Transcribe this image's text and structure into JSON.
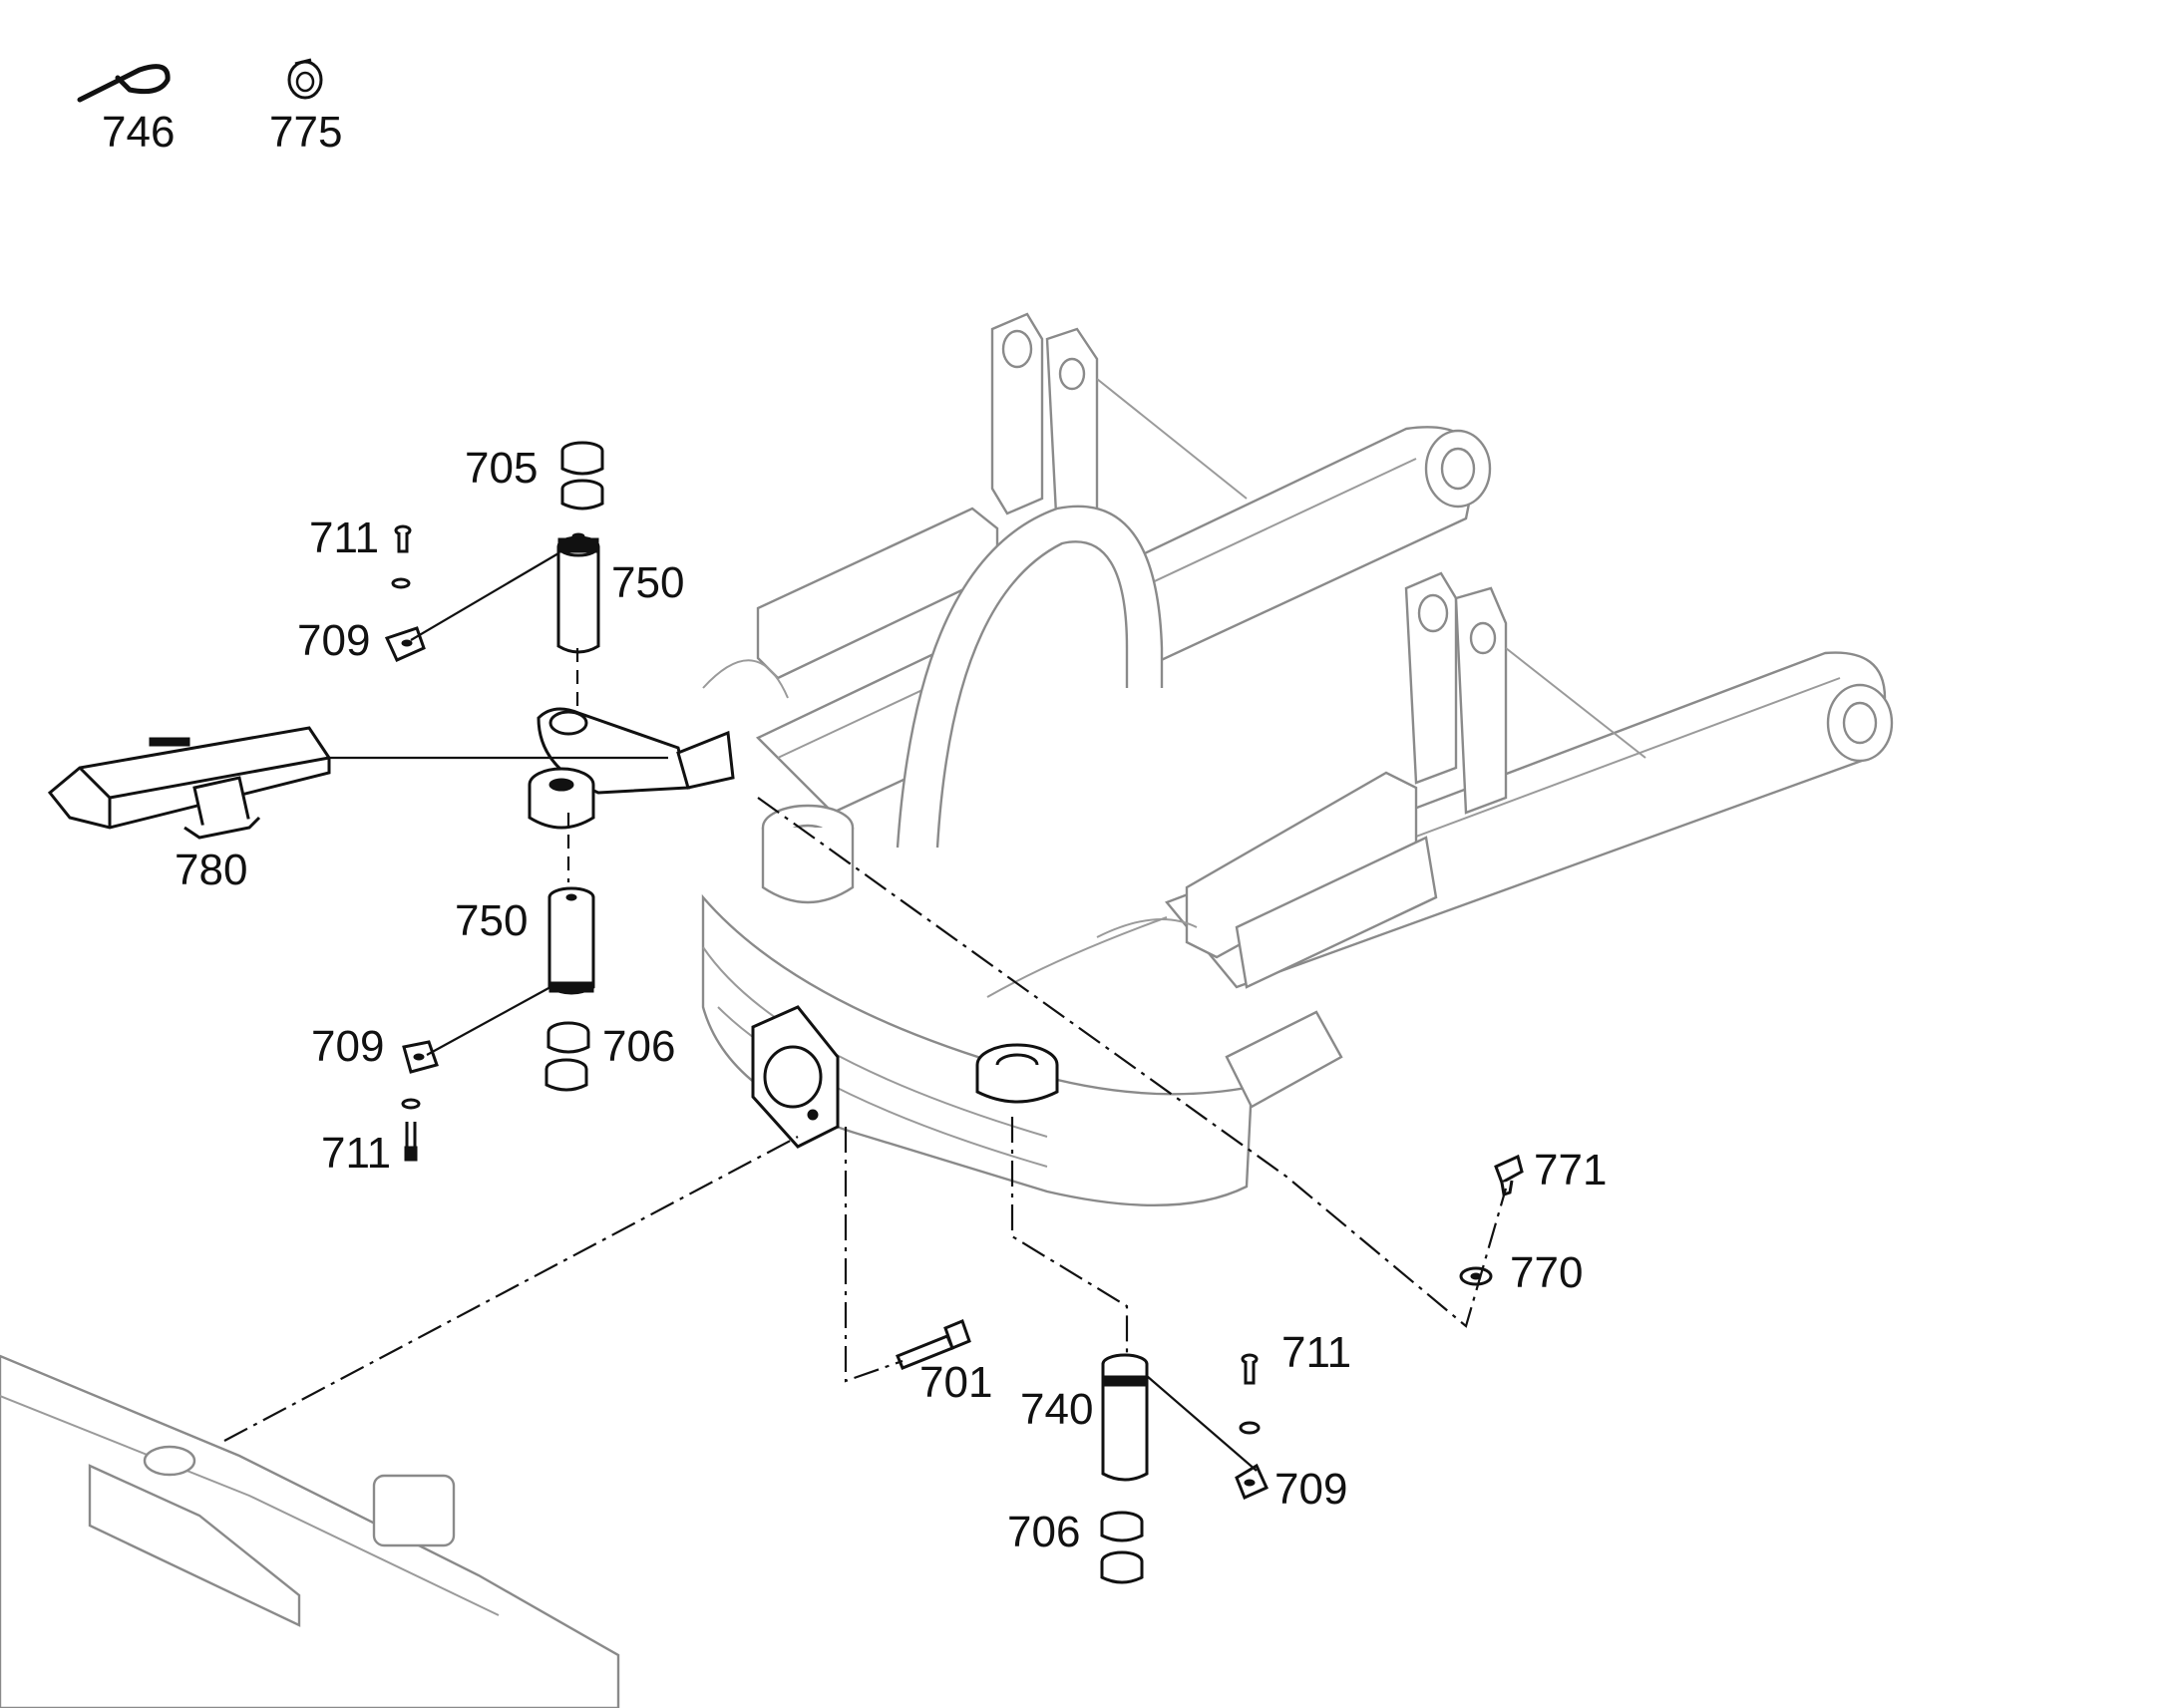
{
  "callouts": {
    "c746": "746",
    "c775": "775",
    "c705": "705",
    "c711_a": "711",
    "c750_a": "750",
    "c709_a": "709",
    "c780": "780",
    "c750_b": "750",
    "c709_b": "709",
    "c706_a": "706",
    "c711_b": "711",
    "c771": "771",
    "c770": "770",
    "c711_c": "711",
    "c701": "701",
    "c740": "740",
    "c709_c": "709",
    "c706_b": "706"
  }
}
